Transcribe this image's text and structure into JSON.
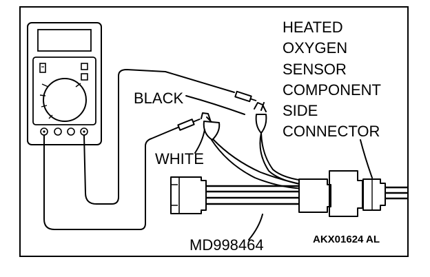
{
  "labels": {
    "sensor_line1": "HEATED",
    "sensor_line2": "OXYGEN",
    "sensor_line3": "SENSOR",
    "sensor_line4": "COMPONENT",
    "sensor_line5": "SIDE",
    "sensor_line6": "CONNECTOR",
    "black_lead": "BLACK",
    "white_lead": "WHITE",
    "harness_tool": "MD998464",
    "figure_code": "AKX01624 AL"
  }
}
